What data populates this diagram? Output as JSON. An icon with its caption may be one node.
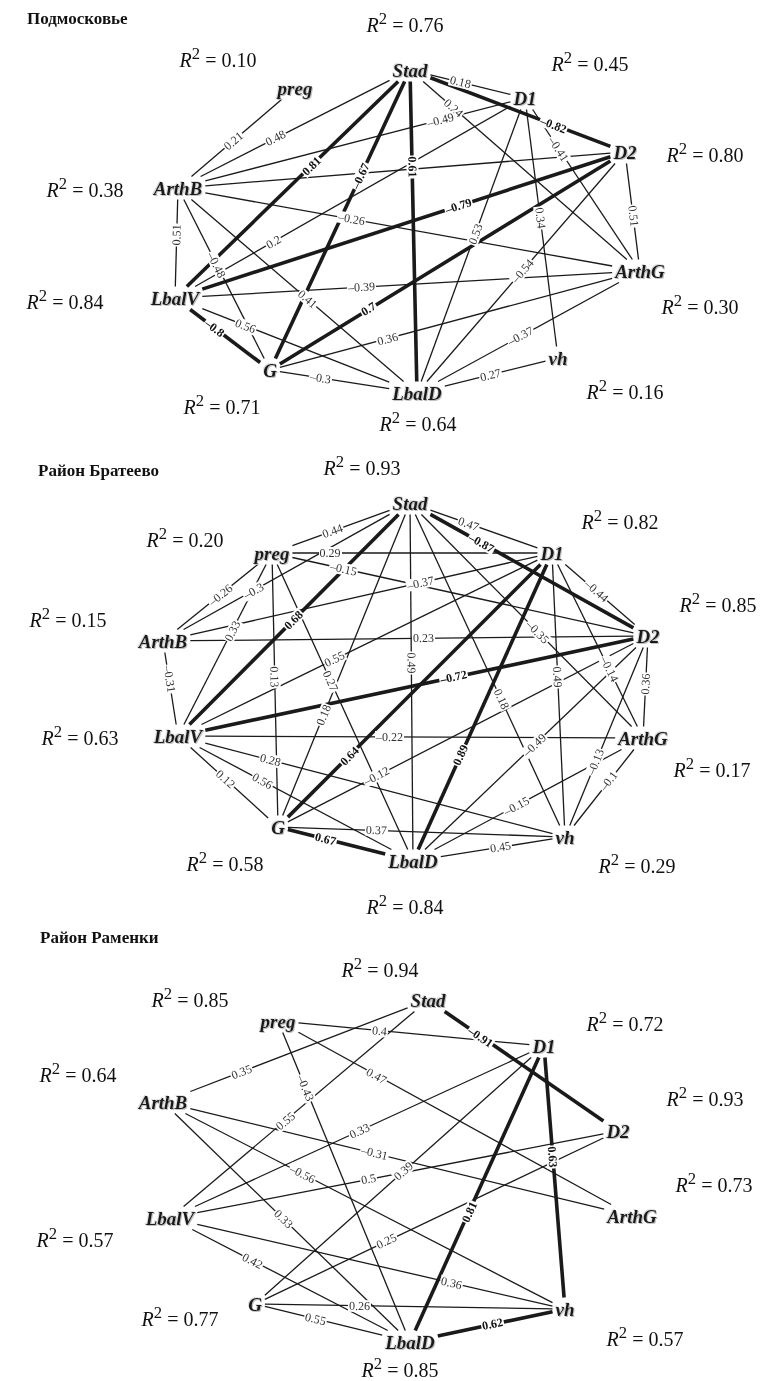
{
  "diagram": {
    "nodes": [
      {
        "text": [
          "Stad"
        ],
        "beside": [
          "*R*$^{2}$ = 0.76"
        ]
      },
      {
        "text": [
          "D1"
        ],
        "beside": [
          "*R*$^{2}$ = 0.45"
        ]
      },
      {
        "text": [
          "D2"
        ],
        "beside": [
          "*R*$^{2}$ = 0.80"
        ]
      },
      {
        "text": [
          "ArthG"
        ],
        "beside": [
          "*R*$^{2}$ = 0.30"
        ]
      },
      {
        "text": [
          "vh"
        ],
        "beside": [
          "*R*$^{2}$ = 0.16"
        ]
      },
      {
        "text": [
          "LbalD"
        ],
        "beside": [
          "*R*$^{2}$ = 0.64"
        ]
      },
      {
        "text": [
          "G"
        ],
        "beside": [
          "*R*$^{2}$ = 0.71"
        ]
      },
      {
        "text": [
          "LbalV"
        ],
        "beside": [
          "*R*$^{2}$ = 0.84"
        ]
      },
      {
        "text": [
          "ArthB"
        ],
        "beside": [
          "*R*$^{2}$ = 0.38"
        ]
      },
      {
        "text": [
          "preg"
        ],
        "beside": [
          "*R*$^{2}$ = 0.10"
        ]
      },
      {
        "text": [
          "Stad"
        ],
        "beside": [
          "*R*$^{2}$ = 0.93"
        ]
      },
      {
        "text": [
          "D1"
        ],
        "beside": [
          "*R*$^{2}$ = 0.82"
        ]
      },
      {
        "text": [
          "D2"
        ],
        "beside": [
          "*R*$^{2}$ = 0.85"
        ]
      },
      {
        "text": [
          "ArthG"
        ],
        "beside": [
          "*R*$^{2}$ = 0.17"
        ]
      },
      {
        "text": [
          "vh"
        ],
        "beside": [
          "*R*$^{2}$ = 0.29"
        ]
      },
      {
        "text": [
          "LbalD"
        ],
        "beside": [
          "*R*$^{2}$ = 0.84"
        ]
      },
      {
        "text": [
          "G"
        ],
        "beside": [
          "*R*$^{2}$ = 0.58"
        ]
      },
      {
        "text": [
          "LbalV"
        ],
        "beside": [
          "*R*$^{2}$ = 0.63"
        ]
      },
      {
        "text": [
          "ArthB"
        ],
        "beside": [
          "*R*$^{2}$ = 0.15"
        ]
      },
      {
        "text": [
          "preg"
        ],
        "beside": [
          "*R*$^{2}$ = 0.20"
        ]
      },
      {
        "text": [
          "Stad"
        ],
        "beside": [
          "*R*$^{2}$ = 0.94"
        ]
      },
      {
        "text": [
          "D1"
        ],
        "beside": [
          "*R*$^{2}$ = 0.72"
        ]
      },
      {
        "text": [
          "D2"
        ],
        "beside": [
          "*R*$^{2}$ = 0.93"
        ]
      },
      {
        "text": [
          "ArthG"
        ],
        "beside": [
          "*R*$^{2}$ = 0.73"
        ]
      },
      {
        "text": [
          "vh"
        ],
        "beside": [
          "*R*$^{2}$ = 0.57"
        ]
      },
      {
        "text": [
          "LbalD"
        ],
        "beside": [
          "*R*$^{2}$ = 0.85"
        ]
      },
      {
        "text": [
          "G"
        ],
        "beside": [
          "*R*$^{2}$ = 0.77"
        ]
      },
      {
        "text": [
          "LbalV"
        ],
        "beside": [
          "*R*$^{2}$ = 0.57"
        ]
      },
      {
        "text": [
          "ArthB"
        ],
        "beside": [
          "*R*$^{2}$ = 0.64"
        ]
      },
      {
        "text": [
          "preg"
        ],
        "beside": [
          "*R*$^{2}$ = 0.85"
        ]
      }
    ],
    "edges": [
      {
        "from": 9,
        "to": 8,
        "arrow": "none",
        "label": "0.21"
      },
      {
        "from": 0,
        "to": 8,
        "arrow": "none",
        "label": "0.48"
      },
      {
        "from": 0,
        "to": 7,
        "arrow": "none",
        "label": "0.81",
        "style": "thick"
      },
      {
        "from": 0,
        "to": 6,
        "arrow": "none",
        "label": "–0.67",
        "style": "thick"
      },
      {
        "from": 0,
        "to": 5,
        "arrow": "none",
        "label": "0.61",
        "style": "thick"
      },
      {
        "from": 0,
        "to": 1,
        "arrow": "none",
        "label": "0.18"
      },
      {
        "from": 0,
        "to": 2,
        "arrow": "none",
        "label": "–0.82",
        "style": "thick"
      },
      {
        "from": 0,
        "to": 3,
        "arrow": "none",
        "label": "0.24"
      },
      {
        "from": 8,
        "to": 1,
        "arrow": "none",
        "label": "–0.49"
      },
      {
        "from": 8,
        "to": 2,
        "arrow": "none"
      },
      {
        "from": 1,
        "to": 7,
        "arrow": "none",
        "label": "0.2"
      },
      {
        "from": 1,
        "to": 3,
        "arrow": "none",
        "label": "–0.41"
      },
      {
        "from": 1,
        "to": 4,
        "arrow": "none",
        "label": "0.34"
      },
      {
        "from": 1,
        "to": 5,
        "arrow": "none",
        "label": "0.53"
      },
      {
        "from": 2,
        "to": 7,
        "arrow": "none",
        "label": "–0.79",
        "style": "thick"
      },
      {
        "from": 2,
        "to": 6,
        "arrow": "none",
        "label": "0.7",
        "style": "thick"
      },
      {
        "from": 2,
        "to": 3,
        "arrow": "none",
        "label": "0.51"
      },
      {
        "from": 2,
        "to": 5,
        "arrow": "none",
        "label": "–0.54"
      },
      {
        "from": 3,
        "to": 8,
        "arrow": "none",
        "label": "–0.26"
      },
      {
        "from": 3,
        "to": 7,
        "arrow": "none",
        "label": "–0.39"
      },
      {
        "from": 3,
        "to": 6,
        "arrow": "none",
        "label": "0.36"
      },
      {
        "from": 3,
        "to": 5,
        "arrow": "none",
        "label": "–0.37"
      },
      {
        "from": 4,
        "to": 5,
        "arrow": "none",
        "label": "0.27"
      },
      {
        "from": 8,
        "to": 7,
        "arrow": "none",
        "label": "0.51"
      },
      {
        "from": 8,
        "to": 6,
        "arrow": "none",
        "label": "–0.48"
      },
      {
        "from": 8,
        "to": 5,
        "arrow": "none",
        "label": "0.41"
      },
      {
        "from": 7,
        "to": 6,
        "arrow": "none",
        "label": "–0.8",
        "style": "thick"
      },
      {
        "from": 7,
        "to": 5,
        "arrow": "none",
        "label": "0.56"
      },
      {
        "from": 6,
        "to": 5,
        "arrow": "none",
        "label": "–0.3"
      },
      {
        "from": 10,
        "to": 19,
        "arrow": "none",
        "label": "0.44"
      },
      {
        "from": 10,
        "to": 18,
        "arrow": "none",
        "label": "–0.3"
      },
      {
        "from": 19,
        "to": 18,
        "arrow": "none",
        "label": "–0.26"
      },
      {
        "from": 19,
        "to": 11,
        "arrow": "none",
        "label": "0.29"
      },
      {
        "from": 18,
        "to": 11,
        "arrow": "none",
        "label": "–0.37"
      },
      {
        "from": 10,
        "to": 17,
        "arrow": "none",
        "label": "0.68",
        "style": "thick"
      },
      {
        "from": 10,
        "to": 11,
        "arrow": "none",
        "label": "0.47"
      },
      {
        "from": 10,
        "to": 12,
        "arrow": "none",
        "label": "–0.87",
        "style": "thick"
      },
      {
        "from": 10,
        "to": 15,
        "arrow": "none",
        "label": "0.49"
      },
      {
        "from": 11,
        "to": 17,
        "arrow": "none",
        "label": "0.55"
      },
      {
        "from": 10,
        "to": 13,
        "arrow": "none",
        "label": "–0.35"
      },
      {
        "from": 10,
        "to": 14,
        "arrow": "none",
        "label": "0.18"
      },
      {
        "from": 19,
        "to": 12,
        "arrow": "none",
        "label": "–0.15"
      },
      {
        "from": 19,
        "to": 15,
        "arrow": "none",
        "label": "0.27"
      },
      {
        "from": 19,
        "to": 16,
        "arrow": "none",
        "label": "0.13"
      },
      {
        "from": 19,
        "to": 17,
        "arrow": "none",
        "label": "0.33"
      },
      {
        "from": 10,
        "to": 16,
        "arrow": "none",
        "label": "0.18"
      },
      {
        "from": 11,
        "to": 16,
        "arrow": "none",
        "label": "0.64",
        "style": "thick"
      },
      {
        "from": 11,
        "to": 15,
        "arrow": "none",
        "label": "0.89",
        "style": "thick"
      },
      {
        "from": 11,
        "to": 12,
        "arrow": "none",
        "label": "–0.44"
      },
      {
        "from": 11,
        "to": 14,
        "arrow": "none",
        "label": "0.49"
      },
      {
        "from": 11,
        "to": 13,
        "arrow": "none",
        "label": "–0.14"
      },
      {
        "from": 12,
        "to": 14,
        "arrow": "none",
        "label": "–0.13"
      },
      {
        "from": 12,
        "to": 17,
        "arrow": "none",
        "label": "–0.72",
        "style": "thick"
      },
      {
        "from": 12,
        "to": 18,
        "arrow": "none",
        "label": "0.23"
      },
      {
        "from": 12,
        "to": 13,
        "arrow": "none",
        "label": "0.36"
      },
      {
        "from": 12,
        "to": 15,
        "arrow": "none",
        "label": "–0.49"
      },
      {
        "from": 12,
        "to": 16,
        "arrow": "none",
        "label": "–0.12"
      },
      {
        "from": 13,
        "to": 17,
        "arrow": "none",
        "label": "–0.22"
      },
      {
        "from": 13,
        "to": 14,
        "arrow": "none",
        "label": "–0.1"
      },
      {
        "from": 13,
        "to": 15,
        "arrow": "none",
        "label": "–0.15"
      },
      {
        "from": 17,
        "to": 14,
        "arrow": "none",
        "label": "0.28"
      },
      {
        "from": 17,
        "to": 15,
        "arrow": "none",
        "label": "0.56"
      },
      {
        "from": 17,
        "to": 16,
        "arrow": "none",
        "label": "0.12"
      },
      {
        "from": 16,
        "to": 14,
        "arrow": "none",
        "label": "0.37"
      },
      {
        "from": 16,
        "to": 15,
        "arrow": "none",
        "label": "0.67",
        "style": "thick"
      },
      {
        "from": 14,
        "to": 15,
        "arrow": "none",
        "label": "0.45"
      },
      {
        "from": 18,
        "to": 17,
        "arrow": "none",
        "label": "–0.31"
      },
      {
        "from": 29,
        "to": 21,
        "arrow": "none",
        "label": "0.4"
      },
      {
        "from": 28,
        "to": 20,
        "arrow": "none",
        "label": "0.35"
      },
      {
        "from": 27,
        "to": 20,
        "arrow": "none",
        "label": "0.55"
      },
      {
        "from": 20,
        "to": 22,
        "arrow": "none",
        "label": "–0.91",
        "style": "thick"
      },
      {
        "from": 29,
        "to": 23,
        "arrow": "none",
        "label": "0.47"
      },
      {
        "from": 29,
        "to": 25,
        "arrow": "none",
        "label": "–0.43"
      },
      {
        "from": 27,
        "to": 21,
        "arrow": "none",
        "label": "0.33"
      },
      {
        "from": 28,
        "to": 23,
        "arrow": "none",
        "label": "–0.31"
      },
      {
        "from": 28,
        "to": 24,
        "arrow": "none",
        "label": "–0.56"
      },
      {
        "from": 28,
        "to": 25,
        "arrow": "none",
        "label": "0.33"
      },
      {
        "from": 27,
        "to": 22,
        "arrow": "none",
        "label": "0.5"
      },
      {
        "from": 21,
        "to": 24,
        "arrow": "none",
        "label": "0.63",
        "style": "thick"
      },
      {
        "from": 21,
        "to": 25,
        "arrow": "none",
        "label": "0.81",
        "style": "thick"
      },
      {
        "from": 26,
        "to": 22,
        "arrow": "none",
        "label": "0.25"
      },
      {
        "from": 26,
        "to": 21,
        "arrow": "none",
        "label": "0.39"
      },
      {
        "from": 27,
        "to": 25,
        "arrow": "none",
        "label": "0.42"
      },
      {
        "from": 27,
        "to": 24,
        "arrow": "none",
        "label": "0.36"
      },
      {
        "from": 26,
        "to": 24,
        "arrow": "none",
        "label": "0.26"
      },
      {
        "from": 25,
        "to": 24,
        "arrow": "none",
        "label": "0.62",
        "style": "thick"
      },
      {
        "from": 26,
        "to": 25,
        "arrow": "none",
        "label": "0.55"
      }
    ],
    "labels": [
      "Подмосковье",
      "Район Братеево",
      "Район Раменки"
    ]
  }
}
